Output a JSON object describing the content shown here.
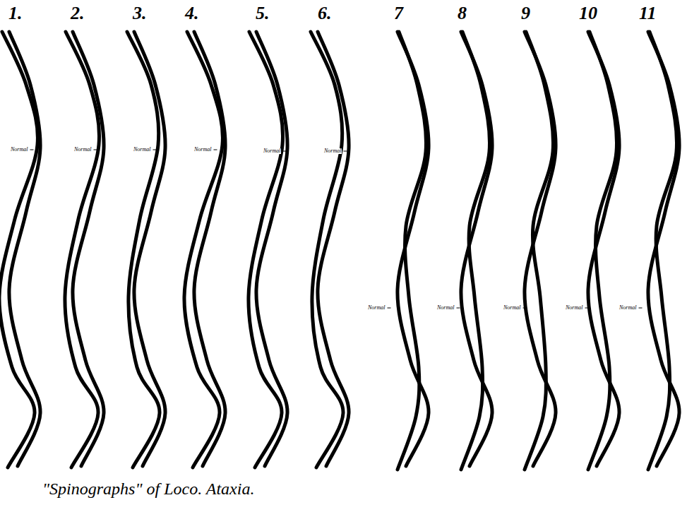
{
  "diagram": {
    "caption": "\"Spinographs\" of Loco. Ataxia.",
    "labels": [
      "1.",
      "2.",
      "3.",
      "4.",
      "5.",
      "6.",
      "7",
      "8",
      "9",
      "10",
      "11",
      "Normal",
      "Normal",
      "Normal",
      "Normal",
      "Normal",
      "Normal",
      "Normal",
      "Normal",
      "Normal",
      "Normal",
      "Normal"
    ]
  }
}
